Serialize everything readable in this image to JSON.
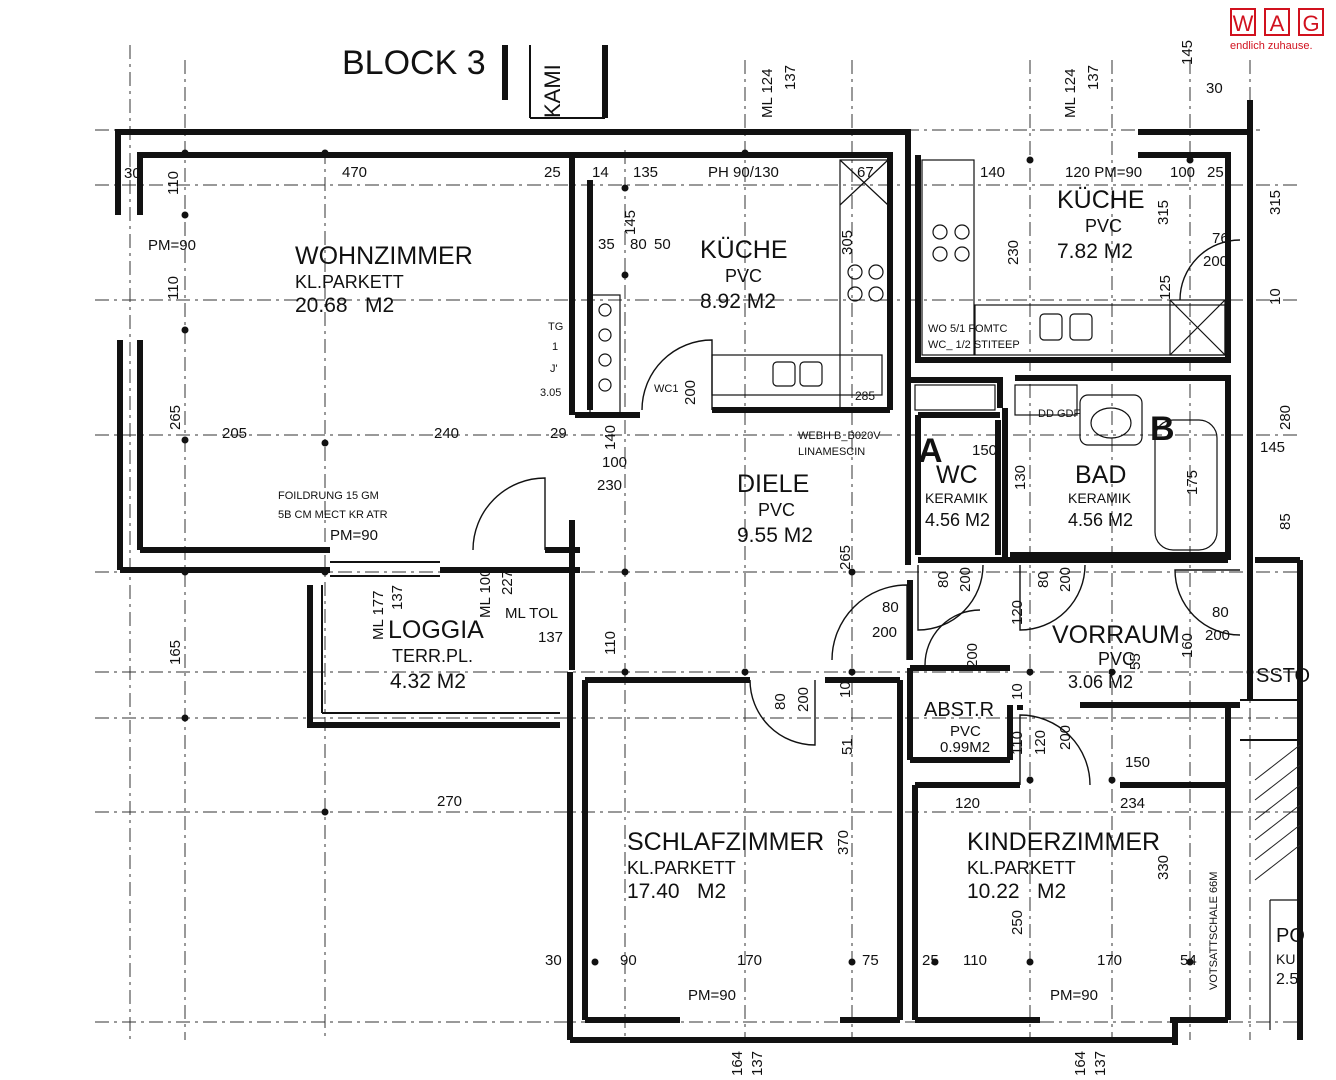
{
  "logo": {
    "letters": [
      "W",
      "A",
      "G"
    ],
    "tagline": "endlich zuhause.",
    "color": "#d1111e"
  },
  "block_label": "BLOCK 3",
  "kamin_label": "KAMI",
  "rooms": {
    "wohnzimmer": {
      "name": "WOHNZIMMER",
      "floor": "KL.PARKETT",
      "area": "20.68   M2"
    },
    "kueche1": {
      "name": "KÜCHE",
      "floor": "PVC",
      "area": "8.92 M2"
    },
    "kueche2": {
      "name": "KÜCHE",
      "floor": "PVC",
      "area": "7.82 M2"
    },
    "diele": {
      "name": "DIELE",
      "floor": "PVC",
      "area": "9.55 M2"
    },
    "wc": {
      "name": "WC",
      "floor": "KERAMIK",
      "area": "4.56 M2"
    },
    "bad": {
      "name": "BAD",
      "floor": "KERAMIK",
      "area": "4.56 M2"
    },
    "vorraum": {
      "name": "VORRAUM",
      "floor": "PVC",
      "area": "3.06 M2"
    },
    "loggia": {
      "name": "LOGGIA",
      "floor": "TERR.PL.",
      "area": "4.32 M2"
    },
    "abstr": {
      "name": "ABST.R",
      "floor": "PVC",
      "area": "0.99M2"
    },
    "schlafzimmer": {
      "name": "SCHLAFZIMMER",
      "floor": "KL.PARKETT",
      "area": "17.40   M2"
    },
    "kinderzimmer": {
      "name": "KINDERZIMMER",
      "floor": "KL.PARKETT",
      "area": "10.22   M2"
    }
  },
  "markers": {
    "a": "A",
    "b": "B"
  },
  "notes": {
    "foil1": "FOILDRUNG 15 GM",
    "foil2": "5B CM MECT KR ATR",
    "pm90_loggia": "PM=90",
    "pm90_wohn": "PM=90",
    "pm90_schlaf": "PM=90",
    "pm90_kinder": "PM=90",
    "pm90_kueche2": "PM=90",
    "ph": "PH 90/130",
    "webh": "WEBH B_B020V",
    "linam": "LINAMESCIN",
    "tg1": "TG",
    "tg2": "1",
    "tg3": "J'",
    "tg4": "3.05",
    "wc1": "WC1",
    "votsatt": "VOTSATTSCHALE 66M",
    "ml124a": "ML 124",
    "ml137a": "137",
    "ml124b": "ML 124",
    "ml137b": "137",
    "ml177": "ML 177",
    "ml137c": "137",
    "ml100": "ML 100",
    "ml227": "227",
    "mltol": "ML TOL",
    "ml137d": "137",
    "dim145top": "145",
    "stock_right": "SSTO",
    "po_right": "PO",
    "ku_right": "KU",
    "two5_right": "2.5",
    "wc_mark": "WC_ 1/2 STITEEP",
    "wo_mark": "WO 5/1 FOMTC",
    "dd": "DD GDF"
  },
  "dims": {
    "d30a": "30",
    "d470": "470",
    "d25a": "25",
    "d14": "14",
    "d135": "135",
    "d67": "67",
    "d140": "140",
    "d120pm": "120 PM=90",
    "d100a": "100",
    "d25b": "25",
    "d30b": "30",
    "d110a": "110",
    "d110b": "110",
    "d145": "145",
    "d35": "35",
    "d80": "80",
    "d50": "50",
    "d305": "305",
    "d230a": "230",
    "d315a": "315",
    "d315b": "315",
    "d76": "76",
    "d200a": "200",
    "d125": "125",
    "d10a": "10",
    "d265a": "265",
    "d205": "205",
    "d240": "240",
    "d29": "29",
    "d140b": "140",
    "d100b": "100",
    "d230b": "230",
    "d200b": "200",
    "d285": "285",
    "d150": "150",
    "d130": "130",
    "d175": "175",
    "d145b": "145",
    "d265b": "265",
    "d80b": "80",
    "d200c": "200",
    "d80c": "80",
    "d200d": "200",
    "d120a": "120",
    "d80d": "80",
    "d200e": "200",
    "d80e": "80",
    "d200f": "200",
    "d160": "160",
    "d55": "55",
    "d165": "165",
    "d110c": "110",
    "d80f": "80",
    "d200g": "200",
    "d10b": "10",
    "d51": "51",
    "d200h": "200",
    "d110d": "110",
    "d120b": "120",
    "d10c": "10",
    "d200i": "200",
    "d150b": "150",
    "d234": "234",
    "d120c": "120",
    "d270": "270",
    "d370": "370",
    "d330": "330",
    "d250": "250",
    "d30c": "30",
    "d90": "90",
    "d170a": "170",
    "d75": "75",
    "d25c": "25",
    "d110e": "110",
    "d170b": "170",
    "d54": "54",
    "d164a": "164",
    "d137a": "137",
    "d164b": "164",
    "d137b": "137",
    "d85": "85",
    "d280": "280"
  },
  "colors": {
    "line": "#111111",
    "background": "#ffffff"
  }
}
